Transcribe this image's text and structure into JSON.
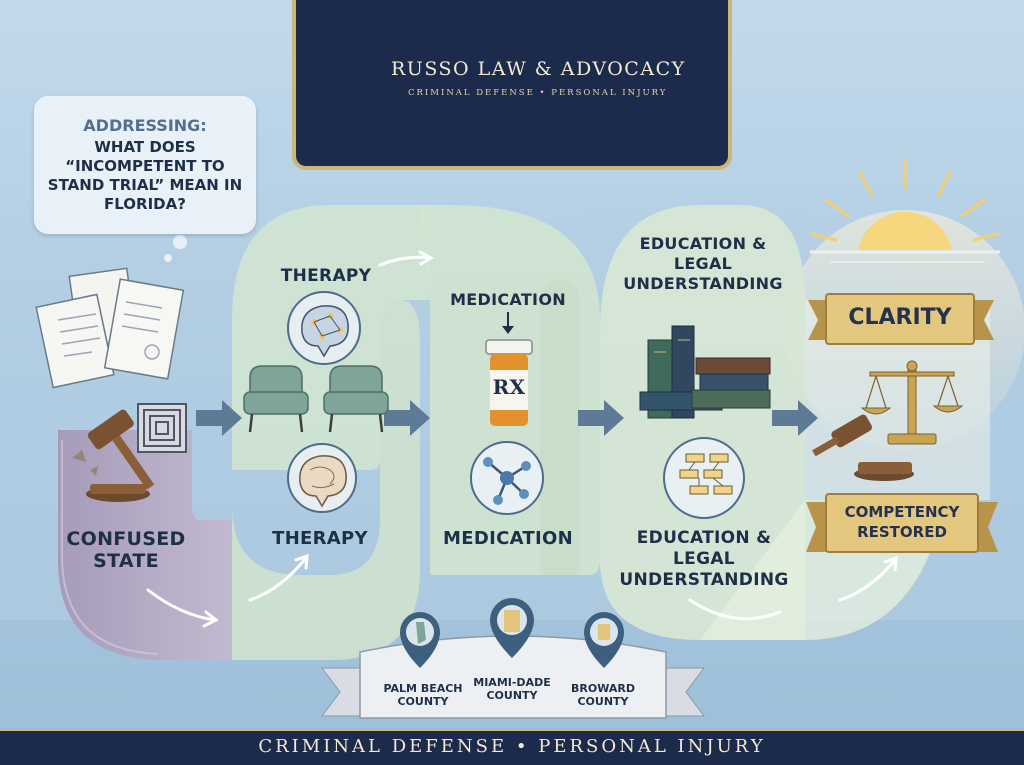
{
  "header": {
    "firm_name": "RUSSO LAW & ADVOCACY",
    "tagline": "CRIMINAL DEFENSE • PERSONAL INJURY"
  },
  "callout": {
    "heading": "ADDRESSING:",
    "question": "WHAT DOES “INCOMPETENT TO STAND TRIAL” MEAN IN FLORIDA?"
  },
  "stages": {
    "confused": "CONFUSED STATE",
    "therapy_top": "THERAPY",
    "therapy_bottom": "THERAPY",
    "medication_top": "MEDICATION",
    "medication_bottom": "MEDICATION",
    "education_top": "EDUCATION & LEGAL UNDERSTANDING",
    "education_bottom": "EDUCATION & LEGAL UNDERSTANDING",
    "rx_label": "RX"
  },
  "banners": {
    "clarity": "CLARITY",
    "restored": "COMPETENCY RESTORED"
  },
  "counties": [
    "PALM BEACH COUNTY",
    "MIAMI-DADE COUNTY",
    "BROWARD COUNTY"
  ],
  "footer": "CRIMINAL DEFENSE • PERSONAL INJURY",
  "colors": {
    "navy": "#1c2b4c",
    "gold": "#cdb57a",
    "path_green": "#cfe2cf",
    "path_purple": "#b7aec8",
    "sky": "#c3d9ea"
  },
  "icons": [
    "scales-of-justice-icon",
    "gavel-icon",
    "maze-icon",
    "documents-icon",
    "brain-icon",
    "armchair-icon",
    "pill-bottle-icon",
    "molecule-icon",
    "books-icon",
    "flowchart-icon",
    "sun-icon",
    "map-pin-icon"
  ]
}
